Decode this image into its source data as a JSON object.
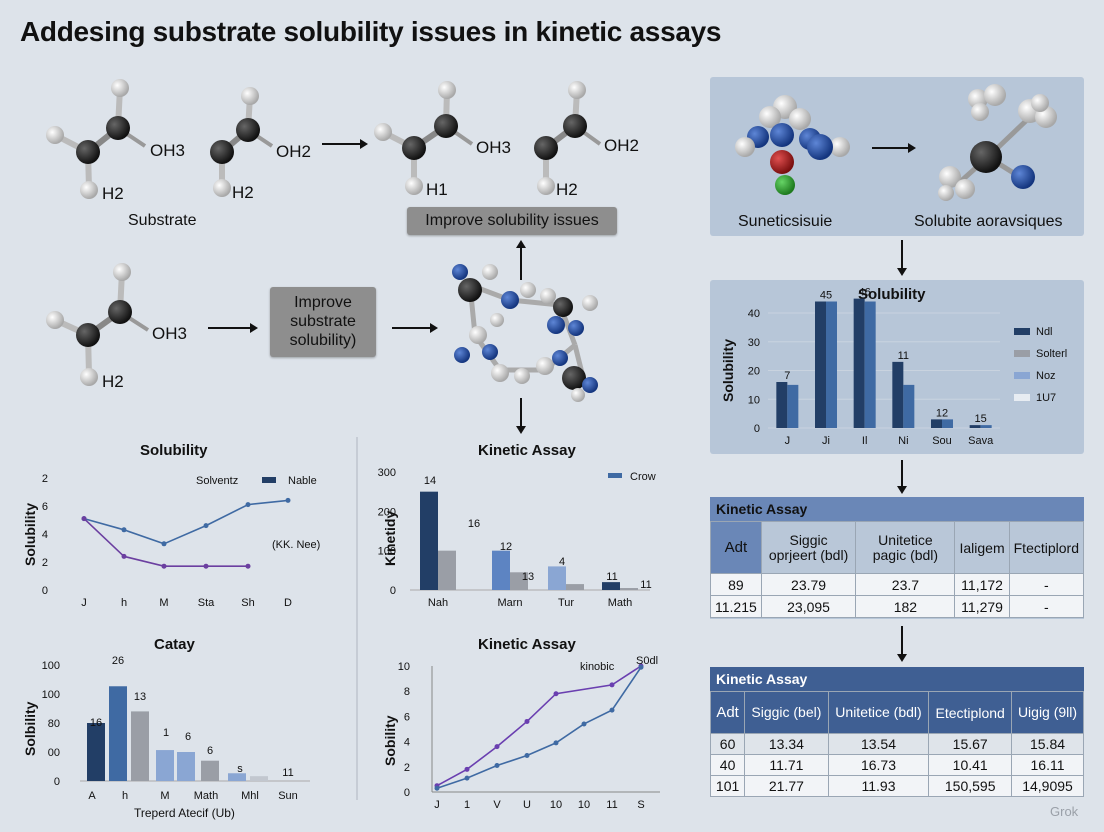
{
  "title": "Addesing substrate solubility issues in kinetic assays",
  "molecules": {
    "top1": {
      "right": "OH3",
      "bottom": "H2"
    },
    "top2": {
      "right": "OH2",
      "bottom": "H2"
    },
    "top3": {
      "right": "OH3",
      "bottom": "H1"
    },
    "top4": {
      "right": "OH2",
      "bottom": "H2"
    },
    "mid": {
      "right": "OH3",
      "bottom": "H2"
    },
    "substrate_label": "Substrate"
  },
  "boxes": {
    "improve_small": "Improve solubility issues",
    "improve_big": "Improve substrate solubility)"
  },
  "top_panel": {
    "left_label": "Suneticsisuie",
    "right_label": "Solubite aoravsiques"
  },
  "colors": {
    "navy": "#223e66",
    "blue": "#3f6aa3",
    "gray": "#9a9ea6",
    "lightblue": "#8aa6d3",
    "panel": "#b7c6d8",
    "purple": "#6b3fa0"
  },
  "chart_data": [
    {
      "id": "solubility_bar",
      "type": "bar",
      "title": "Solubility",
      "ylabel": "Solubility",
      "ylim": [
        0,
        40
      ],
      "yticks": [
        "0",
        "10",
        "20",
        "30",
        "40"
      ],
      "categories": [
        "J",
        "Ji",
        "Il",
        "Ni",
        "Sou",
        "Sava"
      ],
      "series": [
        {
          "name": "Ndl",
          "values": [
            16,
            44,
            45,
            23,
            3,
            1
          ]
        },
        {
          "name": "Solterl",
          "values": [
            15,
            44,
            44,
            15,
            3,
            1
          ]
        }
      ],
      "data_labels": [
        "7",
        "45",
        "46",
        "11",
        "12",
        "15"
      ],
      "legend": [
        "Ndl",
        "Solterl",
        "Noz",
        "1U7"
      ]
    },
    {
      "id": "solubility_line",
      "type": "line",
      "title": "Solubility",
      "ylabel": "Solubility",
      "yticks": [
        "0",
        "2",
        "4",
        "6",
        "2"
      ],
      "categories": [
        "J",
        "h",
        "M",
        "Sta",
        "Sh",
        "D"
      ],
      "series": [
        {
          "name": "Nable",
          "values": [
            5.1,
            4.3,
            3.3,
            4.6,
            6.1,
            6.4
          ]
        },
        {
          "name": "(KK. Nee)",
          "values": [
            5.1,
            2.4,
            1.7,
            1.7,
            1.7
          ]
        }
      ],
      "annotations": [
        "Solventz",
        "Nable",
        "(KK. Nee)"
      ]
    },
    {
      "id": "kinetic_bar",
      "type": "bar",
      "title": "Kinetic Assay",
      "ylabel": "Kinetidy",
      "yticks": [
        "0",
        "100",
        "200",
        "300"
      ],
      "ylim": [
        0,
        300
      ],
      "categories": [
        "Nah",
        "Marn",
        "Tur",
        "Math"
      ],
      "series": [
        {
          "name": "Crow",
          "values": [
            250,
            100,
            60,
            20
          ]
        },
        {
          "name": "",
          "values": [
            100,
            45,
            15,
            5
          ]
        }
      ],
      "data_labels": [
        "14",
        "16",
        "12",
        "13",
        "4",
        "11",
        "11"
      ],
      "legend": [
        "Crow"
      ]
    },
    {
      "id": "catay_bar",
      "type": "bar",
      "title": "Catay",
      "ylabel": "Solbility",
      "xlabel": "Treperd Atecif (Ub)",
      "yticks": [
        "0",
        "00",
        "80",
        "100",
        "100"
      ],
      "categories": [
        "A",
        "h",
        "M",
        "Math",
        "Mhl",
        "Sun"
      ],
      "values": [
        60,
        98,
        72,
        32,
        30,
        21,
        8,
        5
      ],
      "data_labels": [
        "16",
        "26",
        "13",
        "1",
        "6",
        "6",
        "s",
        "11"
      ]
    },
    {
      "id": "kinetic_line",
      "type": "line",
      "title": "Kinetic Assay",
      "ylabel": "Sobility",
      "yticks": [
        "0",
        "2",
        "4",
        "6",
        "8",
        "10"
      ],
      "ylim": [
        0,
        10
      ],
      "categories": [
        "J",
        "1",
        "V",
        "U",
        "10",
        "10",
        "11",
        "S"
      ],
      "series": [
        {
          "name": "kinobic",
          "values": [
            0.5,
            1.8,
            3.6,
            5.6,
            7.8,
            8.5,
            10
          ]
        },
        {
          "name": "S0dl",
          "values": [
            0.3,
            1.1,
            2.1,
            2.9,
            3.9,
            5.4,
            6.5,
            9.9
          ]
        }
      ],
      "annotations": [
        "kinobic",
        "S0dl"
      ]
    }
  ],
  "table1": {
    "title": "Kinetic Assay",
    "headers": [
      "Adt",
      "Siggic oprjeert (bdl)",
      "Unitetice pagic (bdl)",
      "Ialigem",
      "Ftectiplord"
    ],
    "rows": [
      [
        "89",
        "23.79",
        "23.7",
        "11,172",
        "-"
      ],
      [
        "11.215",
        "23,095",
        "182",
        "11,279",
        "-"
      ]
    ]
  },
  "table2": {
    "title": "Kinetic Assay",
    "headers": [
      "Adt",
      "Siggic (bel)",
      "Unitetice (bdl)",
      "Etectiplond",
      "Uigig (9ll)"
    ],
    "rows": [
      [
        "60",
        "13.34",
        "13.54",
        "15.67",
        "15.84"
      ],
      [
        "40",
        "11.71",
        "16.73",
        "10.41",
        "16.11"
      ],
      [
        "101",
        "21.77",
        "11.93",
        "150,595",
        "14,9095"
      ]
    ]
  },
  "watermark": "Grok"
}
